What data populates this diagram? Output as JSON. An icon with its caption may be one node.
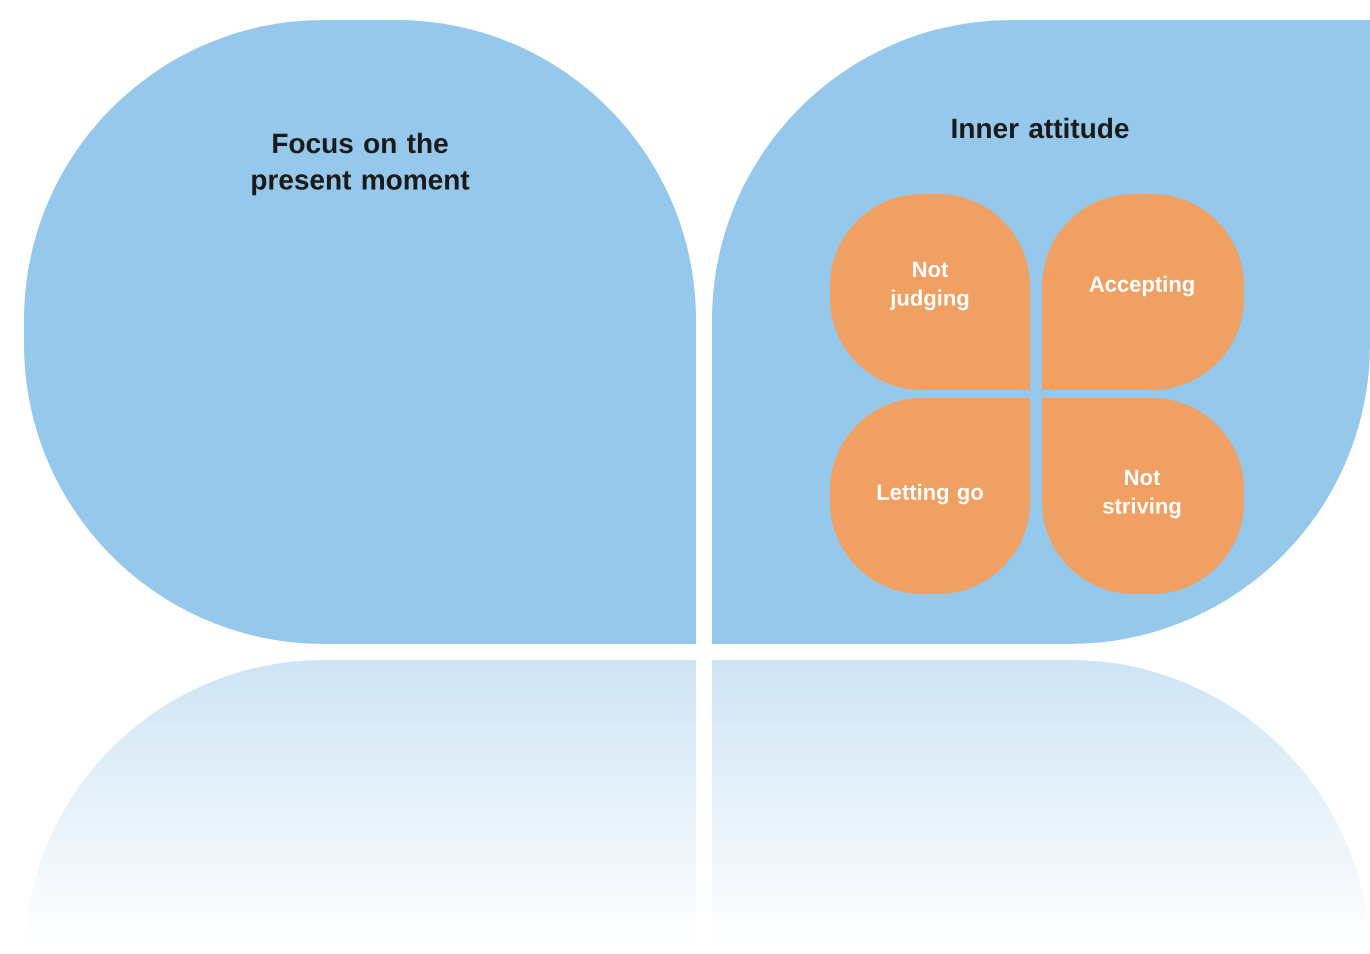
{
  "diagram": {
    "nodes": [
      {
        "text": [
          "Focus on the present moment"
        ]
      },
      {
        "text": [
          "Inner attitude"
        ]
      },
      {
        "text": [
          "Not judging"
        ],
        "in": 1
      },
      {
        "text": [
          "Accepting"
        ],
        "in": 1
      },
      {
        "text": [
          "Letting go"
        ],
        "in": 1
      },
      {
        "text": [
          "Not striving"
        ],
        "in": 1
      }
    ]
  }
}
